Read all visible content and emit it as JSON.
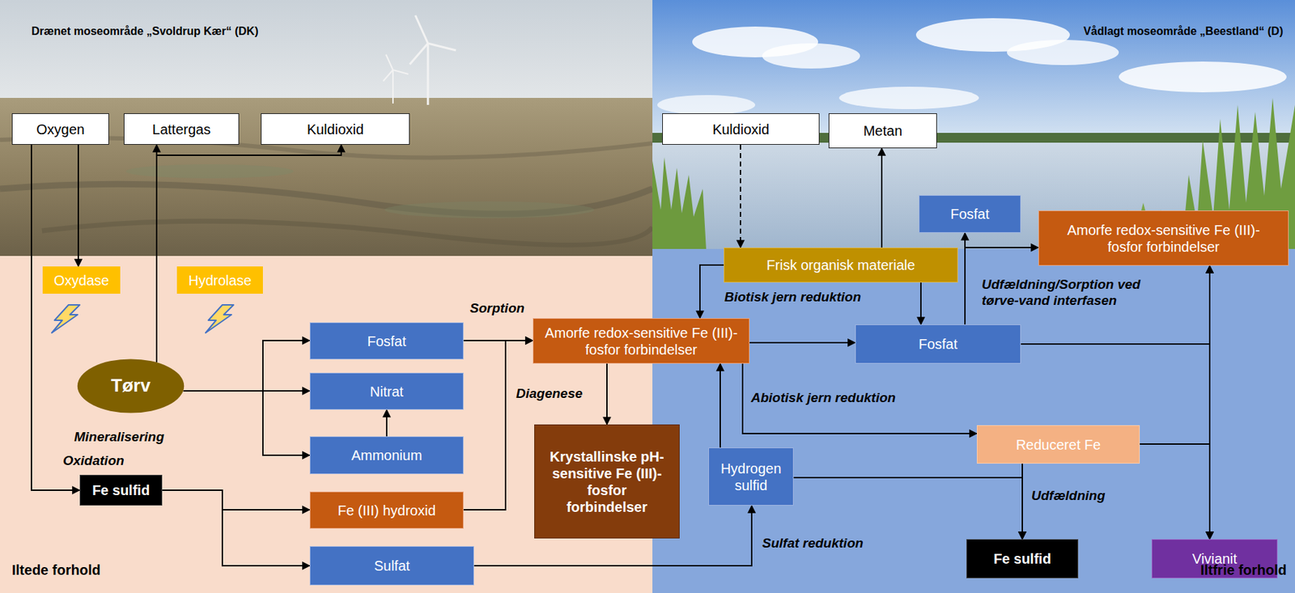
{
  "diagram": {
    "nodes": [
      {
        "text": [
          "Oxygen"
        ]
      },
      {
        "text": [
          "Lattergas"
        ]
      },
      {
        "text": [
          "Kuldioxid"
        ]
      },
      {
        "text": [
          "Kuldioxid"
        ]
      },
      {
        "text": [
          "Metan"
        ]
      },
      {
        "text": [
          "Fosfat"
        ]
      },
      {
        "text": [
          "Amorfe redox-sensitive Fe (III)-fosfor forbindelser"
        ]
      },
      {
        "text": [
          "Oxydase"
        ]
      },
      {
        "text": [
          "Hydrolase"
        ]
      },
      {
        "text": [
          "Tørv"
        ]
      },
      {
        "text": [
          "Fosfat"
        ]
      },
      {
        "text": [
          "Nitrat"
        ]
      },
      {
        "text": [
          "Ammonium"
        ]
      },
      {
        "text": [
          "Fe sulfid"
        ]
      },
      {
        "text": [
          "Fe (III) hydroxid"
        ]
      },
      {
        "text": [
          "Sulfat"
        ]
      },
      {
        "text": [
          "Amorfe redox-sensitive Fe (III)-fosfor forbindelser"
        ]
      },
      {
        "text": [
          "Krystallinske pH-sensitive Fe (III)-fosfor forbindelser"
        ]
      },
      {
        "text": [
          "Frisk organisk materiale"
        ]
      },
      {
        "text": [
          "Fosfat"
        ]
      },
      {
        "text": [
          "Hydrogen sulfid"
        ]
      },
      {
        "text": [
          "Reduceret Fe"
        ]
      },
      {
        "text": [
          "Fe sulfid"
        ]
      },
      {
        "text": [
          "Vivianit"
        ]
      }
    ],
    "edges": [
      {
        "from": 0,
        "to": 7,
        "arrow": "to"
      },
      {
        "from": 0,
        "to": 13,
        "label": "Oxidation",
        "arrow": "to"
      },
      {
        "from": 9,
        "to": 1,
        "arrow": "to"
      },
      {
        "from": 9,
        "to": 2,
        "arrow": "to"
      },
      {
        "from": 9,
        "to": 10,
        "arrow": "to"
      },
      {
        "from": 9,
        "to": 11,
        "label": "Mineralisering",
        "arrow": "to"
      },
      {
        "from": 9,
        "to": 12,
        "arrow": "to"
      },
      {
        "from": 12,
        "to": 11,
        "arrow": "to"
      },
      {
        "from": 13,
        "to": 14,
        "arrow": "to"
      },
      {
        "from": 13,
        "to": 15,
        "arrow": "to"
      },
      {
        "from": 10,
        "to": 16,
        "label": "Sorption",
        "arrow": "to"
      },
      {
        "from": 14,
        "to": 16,
        "arrow": "to"
      },
      {
        "from": 16,
        "to": 17,
        "label": "Diagenese",
        "arrow": "to"
      },
      {
        "from": 16,
        "to": 19,
        "arrow": "to"
      },
      {
        "from": 16,
        "to": 21,
        "arrow": "to"
      },
      {
        "from": 3,
        "to": 18,
        "arrow": "to"
      },
      {
        "from": 18,
        "to": 4,
        "arrow": "to"
      },
      {
        "from": 18,
        "to": 16,
        "label": "Biotisk jern reduktion",
        "arrow": "to"
      },
      {
        "from": 18,
        "to": 19,
        "arrow": "to"
      },
      {
        "from": 19,
        "to": 5,
        "arrow": "to"
      },
      {
        "from": 19,
        "to": 6,
        "arrow": "to"
      },
      {
        "from": 19,
        "to": 6,
        "label": "Udfældning/Sorption ved tørve-vand interfasen",
        "arrow": "to"
      },
      {
        "from": 19,
        "to": 23,
        "arrow": "to"
      },
      {
        "from": 21,
        "to": 6,
        "arrow": "to"
      },
      {
        "from": 21,
        "to": 23,
        "arrow": "to"
      },
      {
        "from": 20,
        "to": 16,
        "label": "Abiotisk jern reduktion",
        "arrow": "to"
      },
      {
        "from": 15,
        "to": 20,
        "label": "Sulfat reduktion",
        "arrow": "to"
      },
      {
        "from": 20,
        "to": 22,
        "arrow": "to"
      },
      {
        "from": 21,
        "to": 22,
        "label": "Udfældning",
        "arrow": "to"
      }
    ],
    "labels": [
      "Drænet moseområde „Svoldrup Kær“ (DK)",
      "Vådlagt moseområde „Beestland“ (D)",
      "Iltede forhold",
      "Iltfrie forhold"
    ]
  }
}
